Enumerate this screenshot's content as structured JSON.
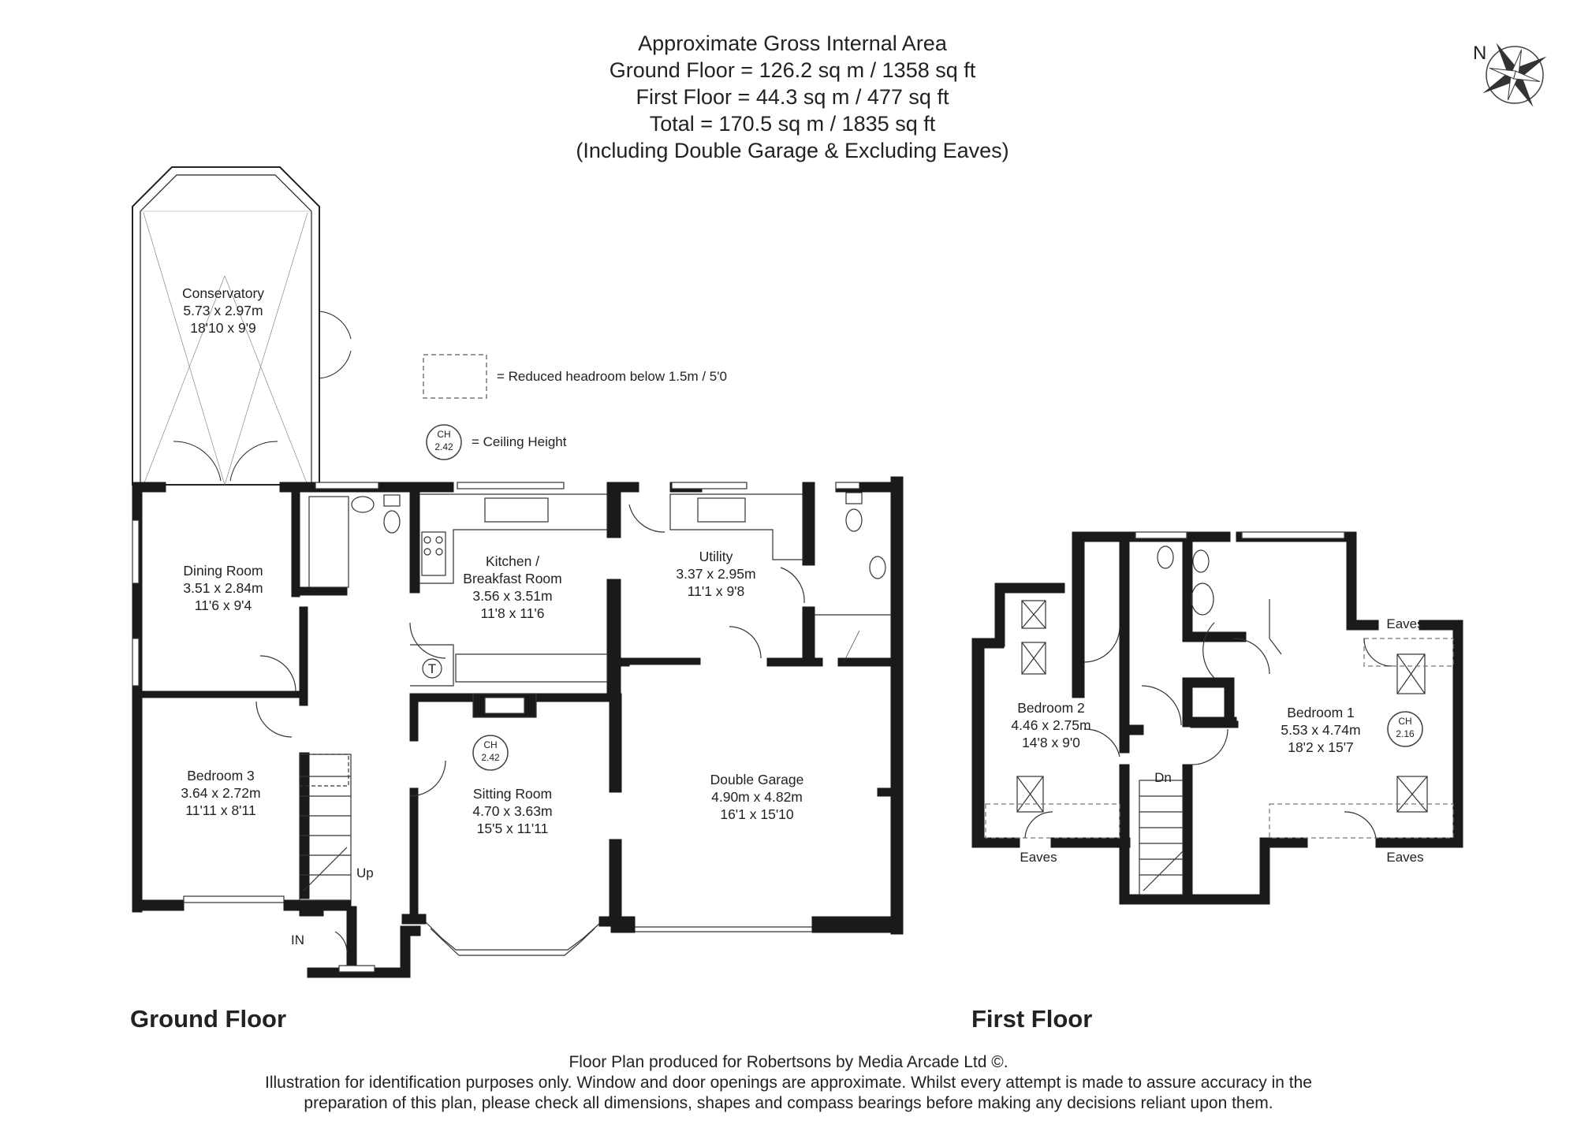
{
  "header": {
    "line1": "Approximate Gross Internal Area",
    "line2": "Ground Floor = 126.2 sq m / 1358 sq ft",
    "line3": "First Floor = 44.3 sq m / 477 sq ft",
    "line4": "Total = 170.5 sq m / 1835 sq ft",
    "line5": "(Including Double Garage & Excluding Eaves)"
  },
  "compass": {
    "label": "N"
  },
  "legend": {
    "reduced_headroom": "= Reduced headroom below 1.5m / 5'0",
    "ceiling_height": "= Ceiling Height",
    "ch_abbr": "CH",
    "ch_value": "2.42"
  },
  "ground_floor": {
    "title": "Ground Floor",
    "rooms": {
      "conservatory": {
        "name": "Conservatory",
        "metric": "5.73 x 2.97m",
        "imperial": "18'10 x 9'9"
      },
      "dining": {
        "name": "Dining Room",
        "metric": "3.51 x 2.84m",
        "imperial": "11'6 x 9'4"
      },
      "kitchen": {
        "name": "Kitchen /",
        "name2": "Breakfast Room",
        "metric": "3.56 x 3.51m",
        "imperial": "11'8 x 11'6"
      },
      "utility": {
        "name": "Utility",
        "metric": "3.37 x 2.95m",
        "imperial": "11'1 x 9'8"
      },
      "bedroom3": {
        "name": "Bedroom 3",
        "metric": "3.64 x 2.72m",
        "imperial": "11'11 x 8'11"
      },
      "sitting": {
        "name": "Sitting Room",
        "metric": "4.70 x 3.63m",
        "imperial": "15'5 x 11'11",
        "ch_abbr": "CH",
        "ch": "2.42"
      },
      "garage": {
        "name": "Double Garage",
        "metric": "4.90m x 4.82m",
        "imperial": "16'1 x 15'10"
      }
    },
    "labels": {
      "up": "Up",
      "in": "IN",
      "tank": "T"
    }
  },
  "first_floor": {
    "title": "First Floor",
    "rooms": {
      "bedroom2": {
        "name": "Bedroom 2",
        "metric": "4.46 x 2.75m",
        "imperial": "14'8 x 9'0"
      },
      "bedroom1": {
        "name": "Bedroom 1",
        "metric": "5.53 x 4.74m",
        "imperial": "18'2 x 15'7",
        "ch_abbr": "CH",
        "ch": "2.16"
      }
    },
    "labels": {
      "dn": "Dn",
      "eaves_left": "Eaves",
      "eaves_right": "Eaves",
      "eaves_top": "Eaves"
    }
  },
  "footer": {
    "line1": "Floor Plan produced for Robertsons by Media Arcade Ltd ©.",
    "line2": "Illustration for identification purposes only. Window and door openings are approximate. Whilst every attempt is made to assure accuracy in the",
    "line3": "preparation of this plan, please check all dimensions, shapes and compass bearings before making any decisions reliant upon them."
  }
}
